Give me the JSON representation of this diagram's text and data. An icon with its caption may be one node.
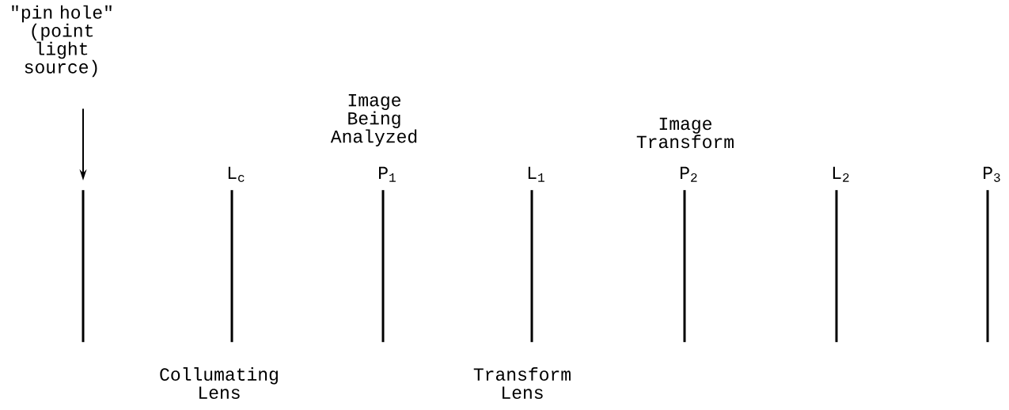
{
  "diagram": {
    "nodes": [
      {
        "text": [
          "\"pin hole\" (point light source)"
        ]
      },
      {
        "text": [],
        "shape": "bar"
      },
      {
        "text": [
          "L$_{c}$"
        ],
        "beside": [
          "Collumating Lens"
        ]
      },
      {
        "text": [
          "P$_{1}$"
        ],
        "beside": [
          "Image Being Analyzed"
        ]
      },
      {
        "text": [
          "L$_{1}$"
        ],
        "beside": [
          "Transform Lens"
        ]
      },
      {
        "text": [
          "P$_{2}$"
        ],
        "beside": [
          "Image Transform"
        ]
      },
      {
        "text": [
          "L$_{2}$"
        ]
      },
      {
        "text": [
          "P$_{3}$"
        ]
      }
    ],
    "edges": [
      {
        "from": 0,
        "to": 1,
        "arrow": "to"
      }
    ]
  }
}
